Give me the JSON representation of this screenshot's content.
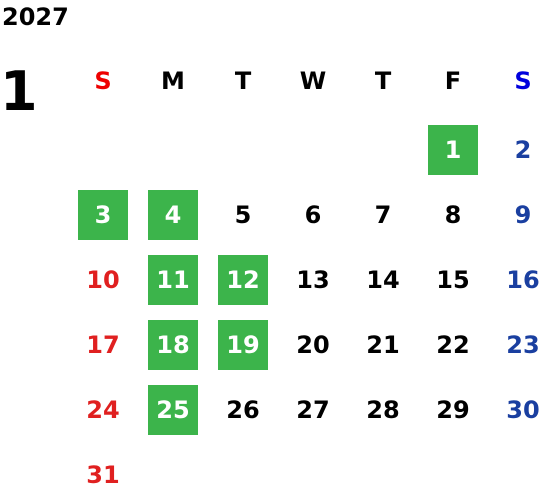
{
  "calendar": {
    "year": "2027",
    "month": "1",
    "weekday_headers": [
      "S",
      "M",
      "T",
      "W",
      "T",
      "F",
      "S"
    ],
    "first_weekday_index": 5,
    "days_in_month": 31,
    "highlighted_days": [
      1,
      3,
      4,
      11,
      12,
      18,
      19,
      25
    ],
    "colors": {
      "sunday_header": "#ee0000",
      "saturday_header": "#0000dd",
      "sunday_date": "#e02020",
      "saturday_date": "#1a3fa0",
      "highlight_bg": "#3cb44b",
      "highlight_text": "#ffffff",
      "default_text": "#000000"
    }
  }
}
